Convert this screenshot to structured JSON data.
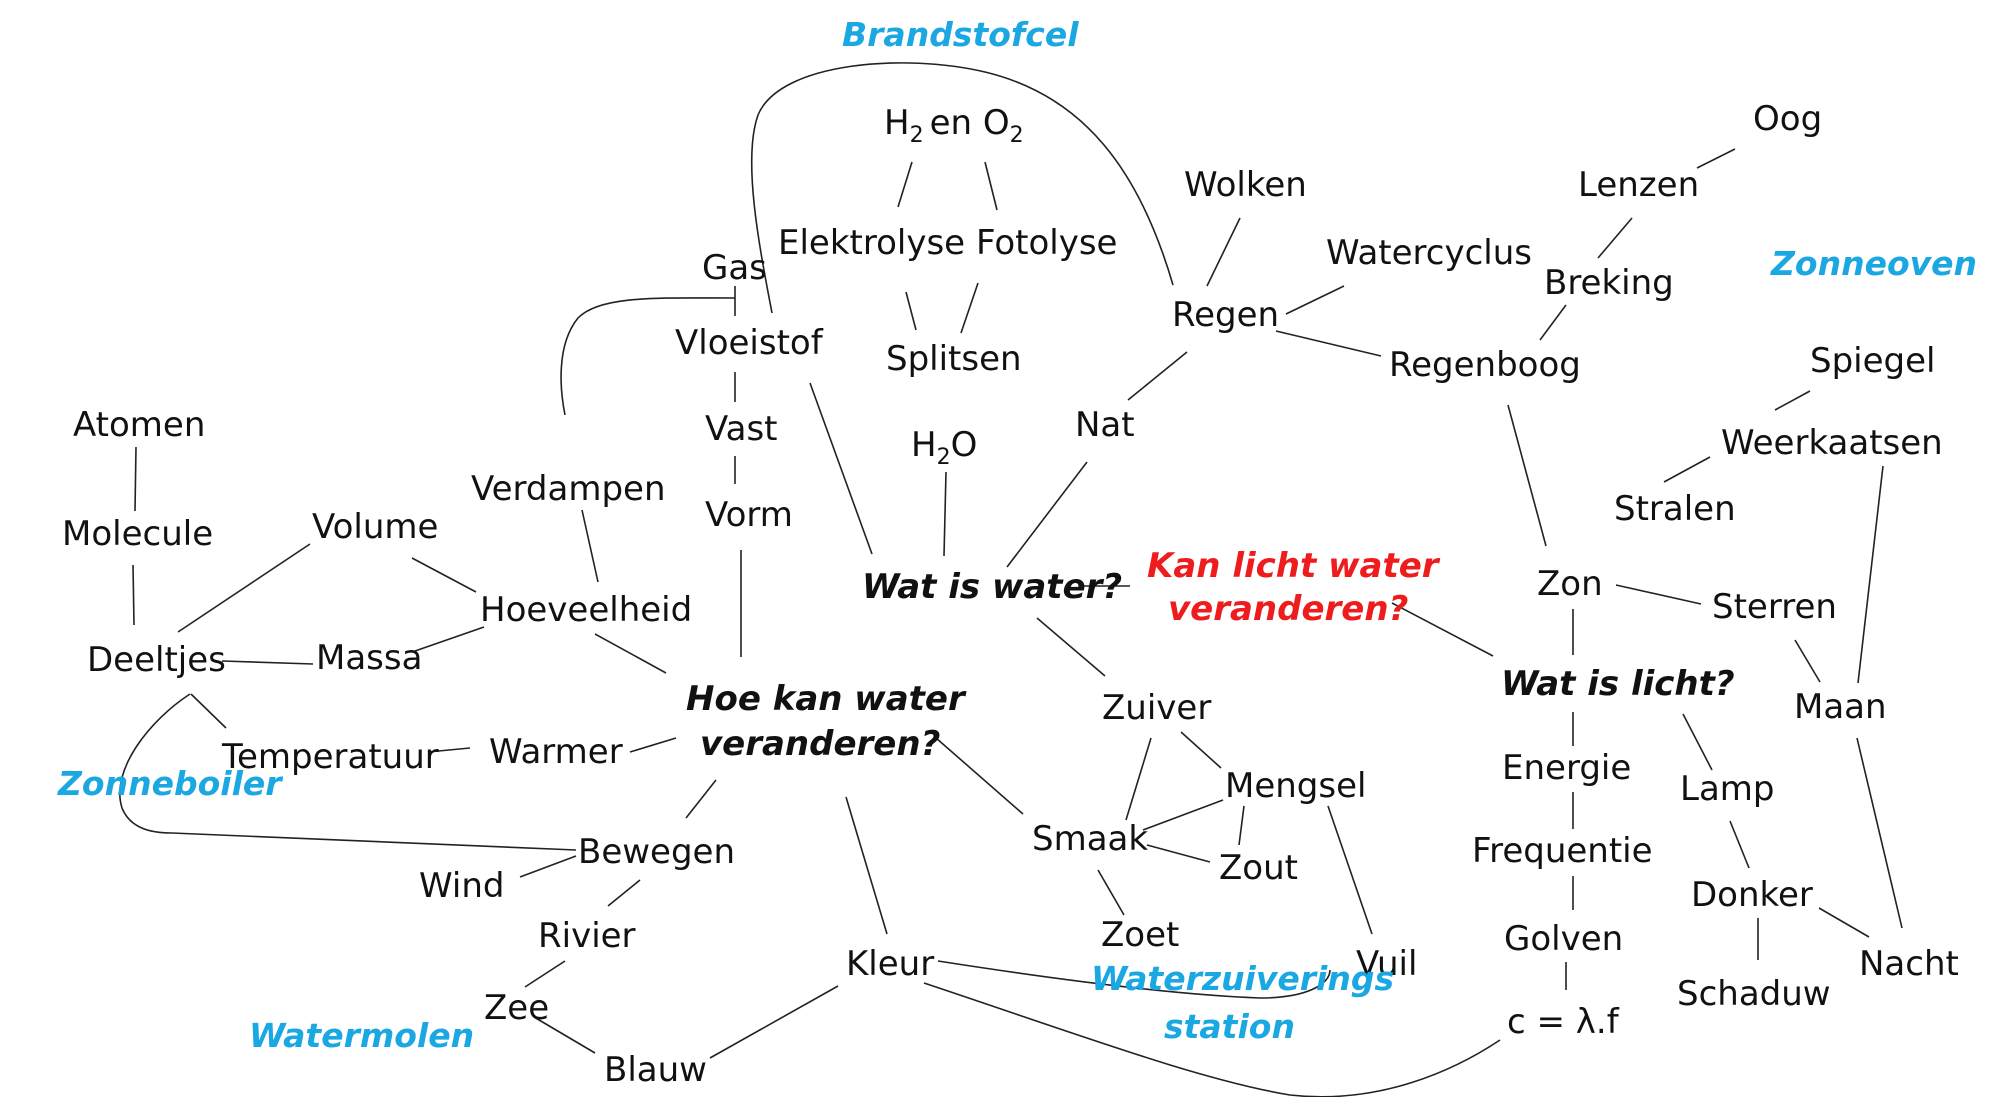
{
  "colors": {
    "text": "#111111",
    "line": "#222222",
    "highlight_question": "#ee1c1c",
    "application": "#1aa7e2",
    "background": "#ffffff"
  },
  "hubs": {
    "wat_is_water": "Wat is water?",
    "hoe_kan_water_1": "Hoe kan water",
    "hoe_kan_water_2": "veranderen?",
    "wat_is_licht": "Wat is licht?",
    "kan_licht_1": "Kan licht water",
    "kan_licht_2": "veranderen?"
  },
  "applications": {
    "brandstofcel": "Brandstofcel",
    "zonneoven": "Zonneoven",
    "zonneboiler": "Zonneboiler",
    "watermolen": "Watermolen",
    "waterzuiverings_1": "Waterzuiverings",
    "waterzuiverings_2": "station"
  },
  "formula": {
    "h2_h": "H",
    "h2_sub": "2",
    "h2_en": "en O",
    "h2_o_sub": "2",
    "h2o_h": "H",
    "h2o_sub": "2",
    "h2o_o": "O",
    "wave": "c = λ.f"
  },
  "nodes": {
    "elektrolyse": "Elektrolyse",
    "fotolyse": "Fotolyse",
    "splitsen": "Splitsen",
    "gas": "Gas",
    "vloeistof": "Vloeistof",
    "vast": "Vast",
    "vorm": "Vorm",
    "wolken": "Wolken",
    "regen": "Regen",
    "watercyclus": "Watercyclus",
    "nat": "Nat",
    "regenboog": "Regenboog",
    "oog": "Oog",
    "lenzen": "Lenzen",
    "breking": "Breking",
    "spiegel": "Spiegel",
    "weerkaatsen": "Weerkaatsen",
    "stralen": "Stralen",
    "zon": "Zon",
    "sterren": "Sterren",
    "maan": "Maan",
    "energie": "Energie",
    "frequentie": "Frequentie",
    "golven": "Golven",
    "lamp": "Lamp",
    "donker": "Donker",
    "schaduw": "Schaduw",
    "nacht": "Nacht",
    "atomen": "Atomen",
    "molecule": "Molecule",
    "deeltjes": "Deeltjes",
    "volume": "Volume",
    "massa": "Massa",
    "hoeveelheid": "Hoeveelheid",
    "verdampen": "Verdampen",
    "temperatuur": "Temperatuur",
    "warmer": "Warmer",
    "bewegen": "Bewegen",
    "wind": "Wind",
    "rivier": "Rivier",
    "zee": "Zee",
    "blauw": "Blauw",
    "kleur": "Kleur",
    "zuiver": "Zuiver",
    "mengsel": "Mengsel",
    "smaak": "Smaak",
    "zout": "Zout",
    "zoet": "Zoet",
    "vuil": "Vuil"
  }
}
